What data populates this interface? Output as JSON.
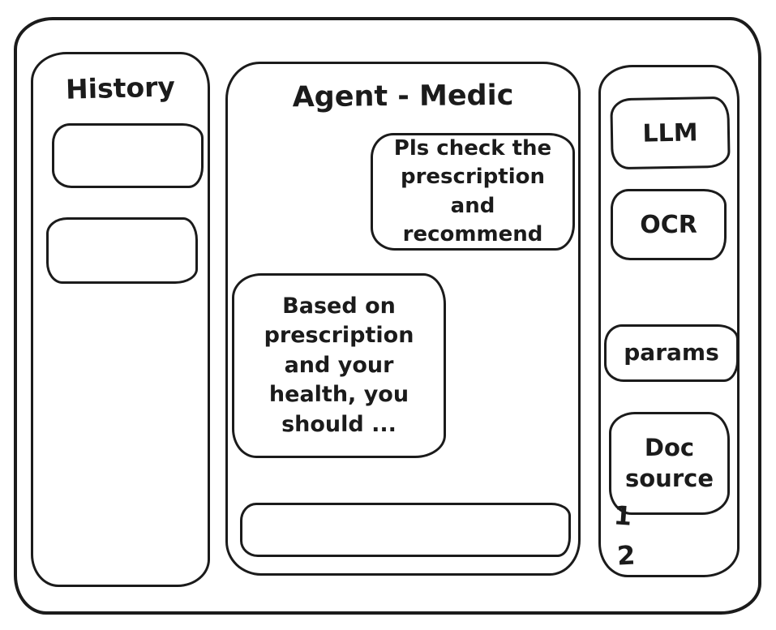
{
  "window": {
    "title": "Agent - Medic"
  },
  "history_panel": {
    "title": "History",
    "items": [
      {
        "label": ""
      },
      {
        "label": ""
      }
    ]
  },
  "chat_panel": {
    "title": "Agent - Medic",
    "messages": [
      {
        "role": "user",
        "text": "Pls check the prescription and recommend"
      },
      {
        "role": "assistant",
        "text": "Based on prescription and your health, you should ..."
      }
    ],
    "input": {
      "value": "",
      "placeholder": ""
    }
  },
  "tools_panel": {
    "buttons": [
      {
        "label": "LLM"
      },
      {
        "label": "OCR"
      },
      {
        "label": "params"
      },
      {
        "label": "Doc source"
      }
    ],
    "doc_source_items": [
      "1",
      "2"
    ]
  },
  "colors": {
    "ink": "#1b1b1b",
    "background": "#ffffff"
  }
}
